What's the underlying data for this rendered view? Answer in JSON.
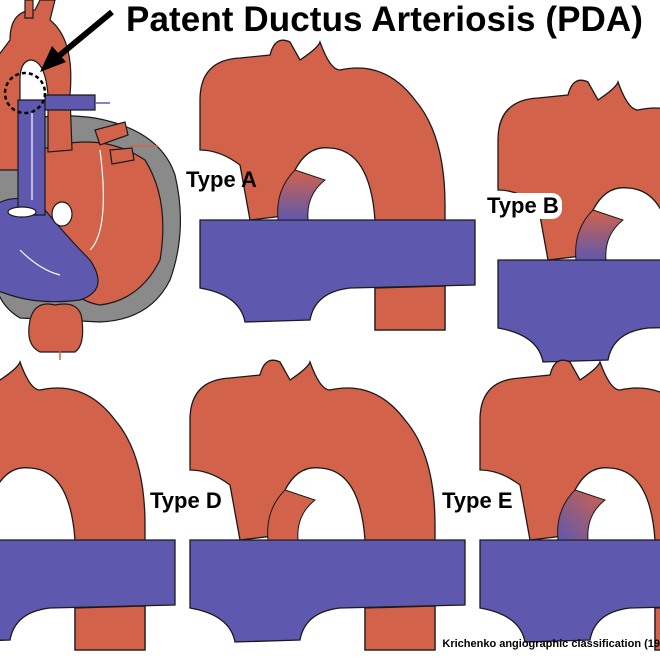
{
  "title": "Patent Ductus Arteriosis (PDA)",
  "types": [
    {
      "id": "A",
      "label": "Type A"
    },
    {
      "id": "B",
      "label": "Type B"
    },
    {
      "id": "C",
      "label": ""
    },
    {
      "id": "D",
      "label": "Type D"
    },
    {
      "id": "E",
      "label": "Type E"
    },
    {
      "id": "F",
      "label": ""
    }
  ],
  "footer": "Krichenko angiographic classification (19",
  "colors": {
    "aorta": "#d2624a",
    "pulmonary_artery": "#5e58ae",
    "outline": "#1a1a1a",
    "heart_shell": "#8a8a8a",
    "background": "#ffffff"
  },
  "icons": [
    "heart-icon",
    "arrow-pointer-icon",
    "highlight-circle-icon"
  ]
}
